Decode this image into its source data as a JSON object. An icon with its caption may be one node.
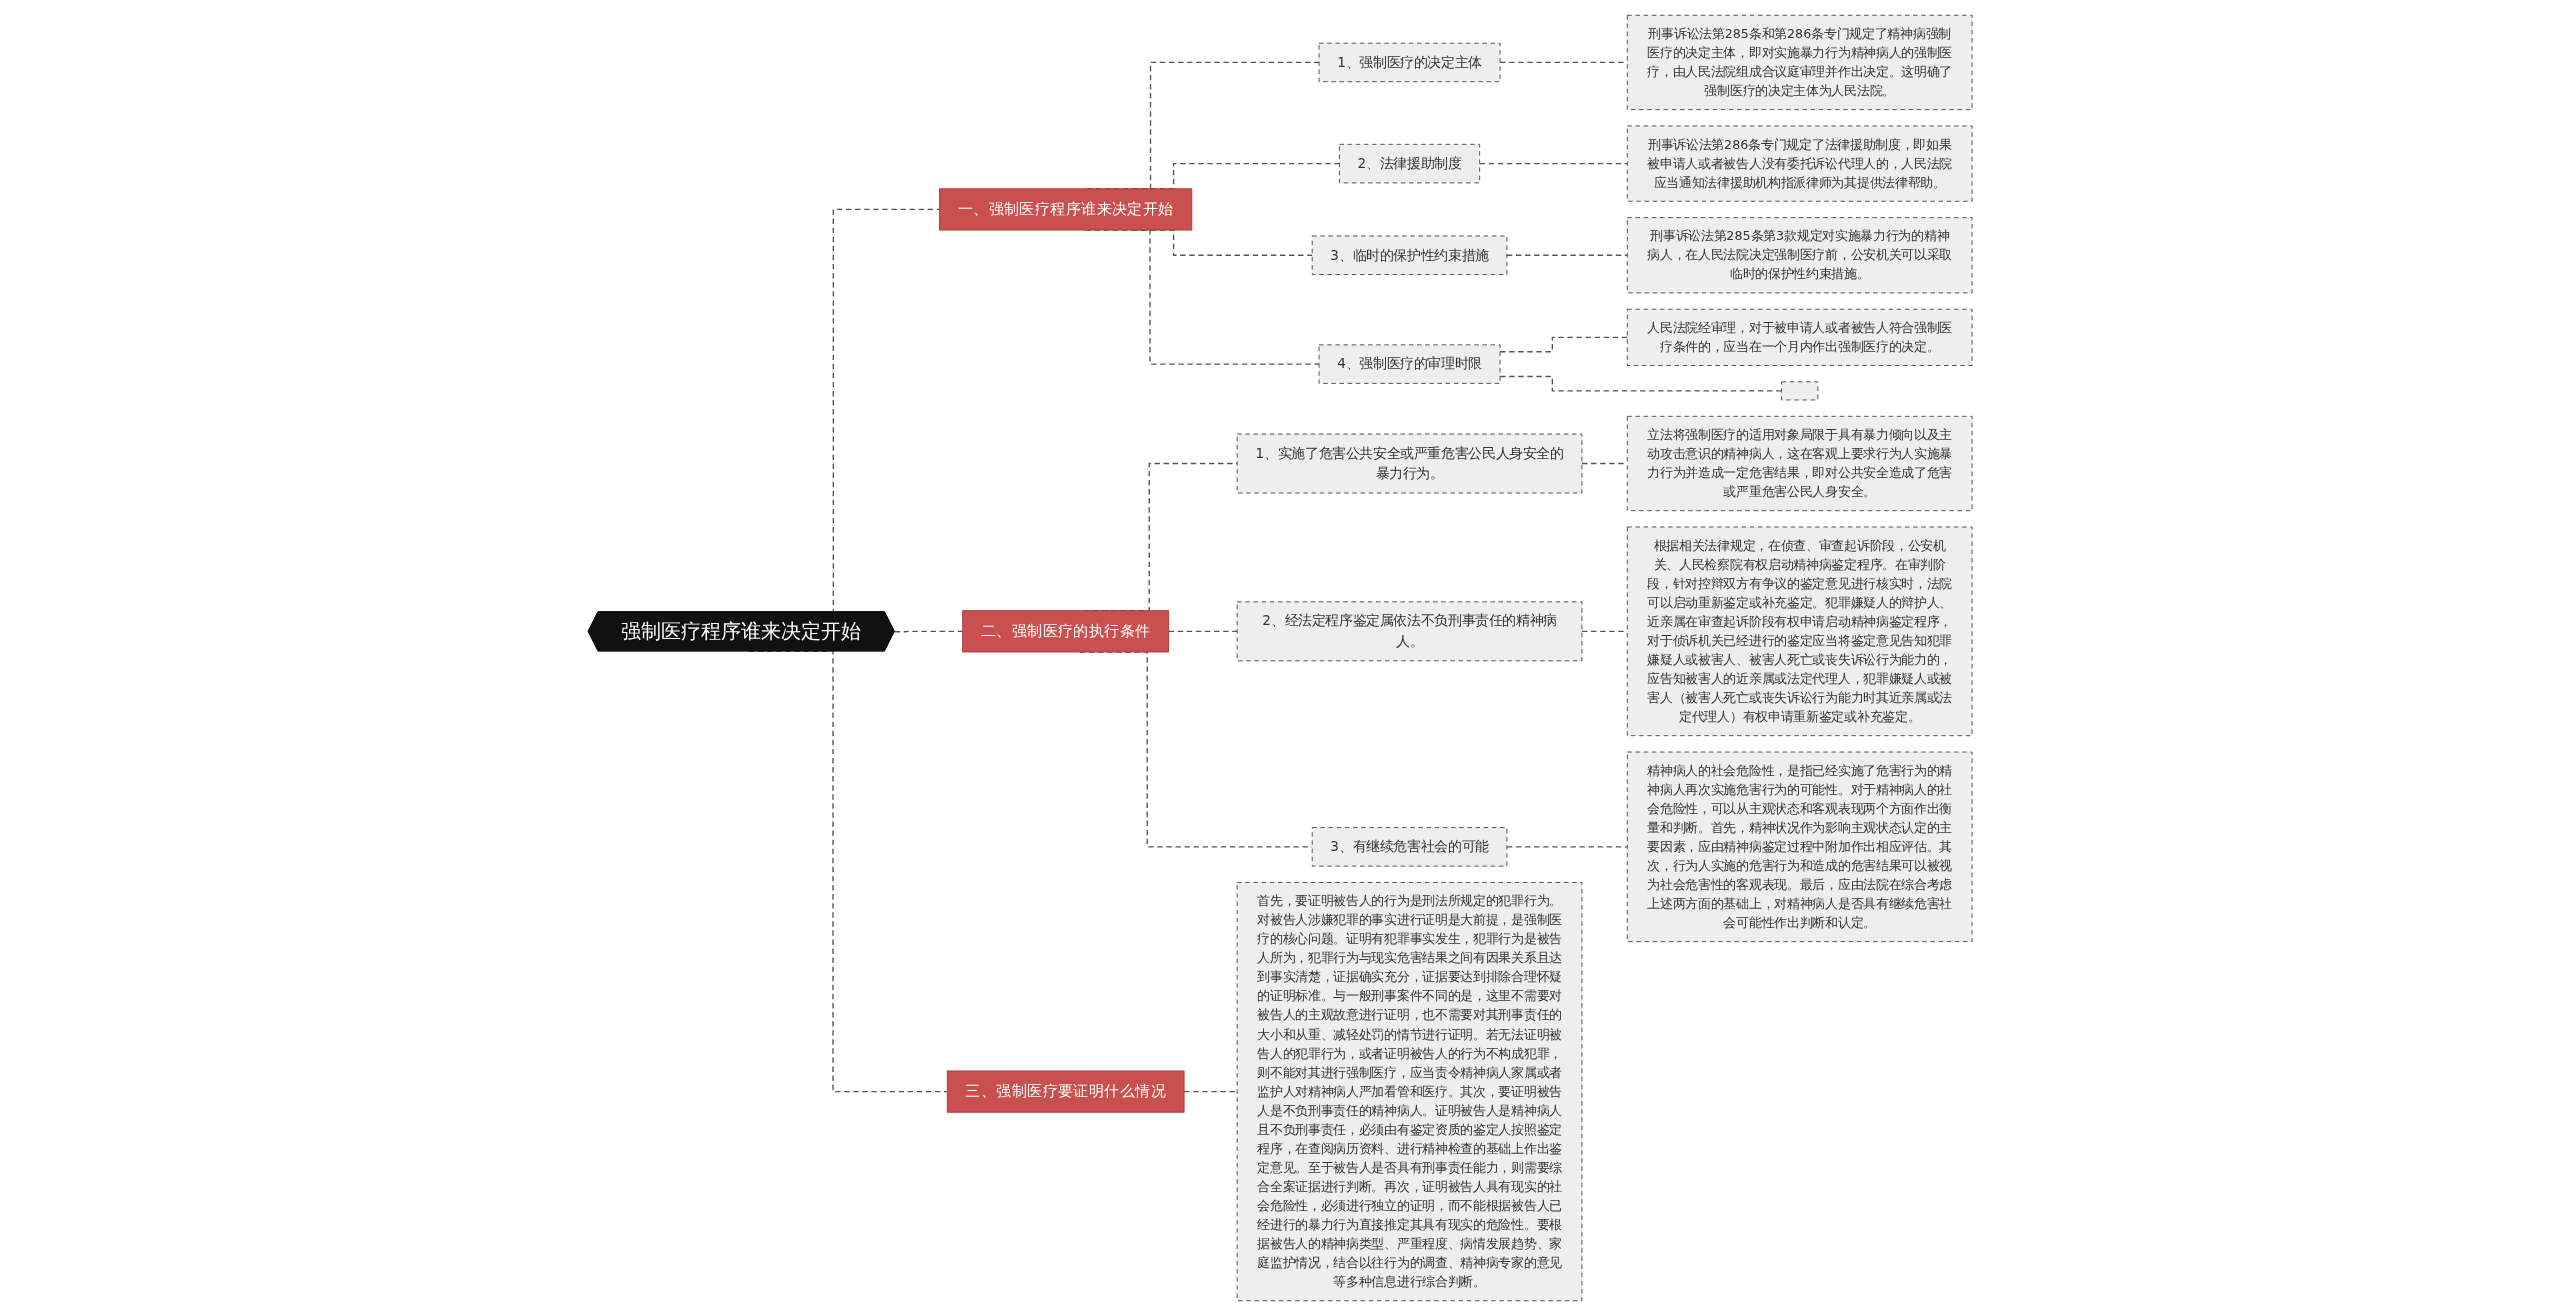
{
  "diagram": {
    "nodes": [
      {
        "text": [
          "强制医疗程序谁来决定开始"
        ]
      },
      {
        "text": [
          "一、强制医疗程序谁来决定开始"
        ]
      },
      {
        "text": [
          "1、强制医疗的决定主体"
        ]
      },
      {
        "text": [
          "刑事诉讼法第285条和第286条专门规定了精神病强制医疗的决定主体，即对实施暴力行为精神病人的强制医疗，由人民法院组成合议庭审理并作出决定。这明确了强制医疗的决定主体为人民法院。"
        ]
      },
      {
        "text": [
          "2、法律援助制度"
        ]
      },
      {
        "text": [
          "刑事诉讼法第286条专门规定了法律援助制度，即如果被申请人或者被告人没有委托诉讼代理人的，人民法院应当通知法律援助机构指派律师为其提供法律帮助。"
        ]
      },
      {
        "text": [
          "3、临时的保护性约束措施"
        ]
      },
      {
        "text": [
          "刑事诉讼法第285条第3款规定对实施暴力行为的精神病人，在人民法院决定强制医疗前，公安机关可以采取临时的保护性约束措施。"
        ]
      },
      {
        "text": [
          "4、强制医疗的审理时限"
        ]
      },
      {
        "text": [
          "人民法院经审理，对于被申请人或者被告人符合强制医疗条件的，应当在一个月内作出强制医疗的决定。"
        ]
      },
      {
        "text": [],
        "shape": "box"
      },
      {
        "text": [
          "二、强制医疗的执行条件"
        ]
      },
      {
        "text": [
          "1、实施了危害公共安全或严重危害公民人身安全的暴力行为。"
        ]
      },
      {
        "text": [
          "立法将强制医疗的适用对象局限于具有暴力倾向以及主动攻击意识的精神病人，这在客观上要求行为人实施暴力行为并造成一定危害结果，即对公共安全造成了危害或严重危害公民人身安全。"
        ]
      },
      {
        "text": [
          "2、经法定程序鉴定属依法不负刑事责任的精神病人。"
        ]
      },
      {
        "text": [
          "根据相关法律规定，在侦查、审查起诉阶段，公安机关、人民检察院有权启动精神病鉴定程序。在审判阶段，针对控辩双方有争议的鉴定意见进行核实时，法院可以启动重新鉴定或补充鉴定。犯罪嫌疑人的辩护人、近亲属在审查起诉阶段有权申请启动精神病鉴定程序，对于侦诉机关已经进行的鉴定应当将鉴定意见告知犯罪嫌疑人或被害人、被害人死亡或丧失诉讼行为能力的，应告知被害人的近亲属或法定代理人，犯罪嫌疑人或被害人（被害人死亡或丧失诉讼行为能力时其近亲属或法定代理人）有权申请重新鉴定或补充鉴定。"
        ]
      },
      {
        "text": [
          "3、有继续危害社会的可能"
        ]
      },
      {
        "text": [
          "精神病人的社会危险性，是指已经实施了危害行为的精神病人再次实施危害行为的可能性。对于精神病人的社会危险性，可以从主观状态和客观表现两个方面作出衡量和判断。首先，精神状况作为影响主观状态认定的主要因素，应由精神病鉴定过程中附加作出相应评估。其次，行为人实施的危害行为和造成的危害结果可以被视为社会危害性的客观表现。最后，应由法院在综合考虑上述两方面的基础上，对精神病人是否具有继续危害社会可能性作出判断和认定。"
        ]
      },
      {
        "text": [
          "三、强制医疗要证明什么情况"
        ]
      },
      {
        "text": [
          "首先，要证明被告人的行为是刑法所规定的犯罪行为。对被告人涉嫌犯罪的事实进行证明是大前提，是强制医疗的核心问题。证明有犯罪事实发生，犯罪行为是被告人所为，犯罪行为与现实危害结果之间有因果关系且达到事实清楚，证据确实充分，证据要达到排除合理怀疑的证明标准。与一般刑事案件不同的是，这里不需要对被告人的主观故意进行证明，也不需要对其刑事责任的大小和从重、减轻处罚的情节进行证明。若无法证明被告人的犯罪行为，或者证明被告人的行为不构成犯罪，则不能对其进行强制医疗，应当责令精神病人家属或者监护人对精神病人严加看管和医疗。其次，要证明被告人是不负刑事责任的精神病人。证明被告人是精神病人且不负刑事责任，必须由有鉴定资质的鉴定人按照鉴定程序，在查阅病历资料、进行精神检查的基础上作出鉴定意见。至于被告人是否具有刑事责任能力，则需要综合全案证据进行判断。再次，证明被告人具有现实的社会危险性，必须进行独立的证明，而不能根据被告人已经进行的暴力行为直接推定其具有现实的危险性。要根据被告人的精神病类型、严重程度、病情发展趋势、家庭监护情况，结合以往行为的调查、精神病专家的意见等多种信息进行综合判断。"
        ]
      }
    ],
    "edges": [
      {
        "from": 0,
        "to": 1,
        "arrow": "none",
        "style": "dashed"
      },
      {
        "from": 1,
        "to": 2,
        "arrow": "none",
        "style": "dashed"
      },
      {
        "from": 2,
        "to": 3,
        "arrow": "none",
        "style": "dashed"
      },
      {
        "from": 1,
        "to": 4,
        "arrow": "none",
        "style": "dashed"
      },
      {
        "from": 4,
        "to": 5,
        "arrow": "none",
        "style": "dashed"
      },
      {
        "from": 1,
        "to": 6,
        "arrow": "none",
        "style": "dashed"
      },
      {
        "from": 6,
        "to": 7,
        "arrow": "none",
        "style": "dashed"
      },
      {
        "from": 1,
        "to": 8,
        "arrow": "none",
        "style": "dashed"
      },
      {
        "from": 8,
        "to": 9,
        "arrow": "none",
        "style": "dashed"
      },
      {
        "from": 8,
        "to": 10,
        "arrow": "none",
        "style": "dashed"
      },
      {
        "from": 0,
        "to": 11,
        "arrow": "none",
        "style": "dashed"
      },
      {
        "from": 11,
        "to": 12,
        "arrow": "none",
        "style": "dashed"
      },
      {
        "from": 12,
        "to": 13,
        "arrow": "none",
        "style": "dashed"
      },
      {
        "from": 11,
        "to": 14,
        "arrow": "none",
        "style": "dashed"
      },
      {
        "from": 14,
        "to": 15,
        "arrow": "none",
        "style": "dashed"
      },
      {
        "from": 11,
        "to": 16,
        "arrow": "none",
        "style": "dashed"
      },
      {
        "from": 16,
        "to": 17,
        "arrow": "none",
        "style": "dashed"
      },
      {
        "from": 0,
        "to": 18,
        "arrow": "none",
        "style": "dashed"
      },
      {
        "from": 18,
        "to": 19,
        "arrow": "none",
        "style": "dashed"
      }
    ]
  }
}
